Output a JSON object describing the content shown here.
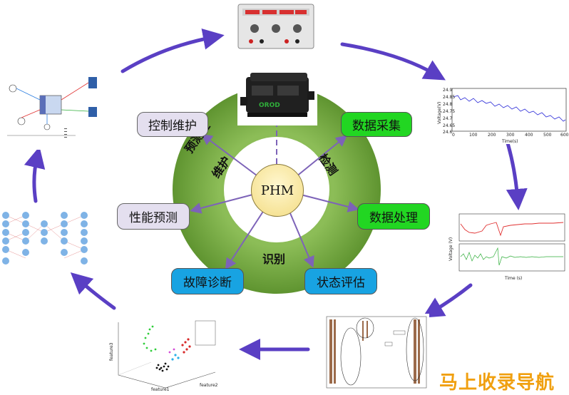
{
  "center": {
    "label": "PHM"
  },
  "ring_labels": {
    "predict_maintain_1": "预测性",
    "predict_maintain_2": "维护",
    "detect": "检测",
    "identify": "识别"
  },
  "boxes": {
    "control": "控制维护",
    "data_collect": "数据采集",
    "performance": "性能预测",
    "data_process": "数据处理",
    "fault": "故障诊断",
    "state": "状态评估"
  },
  "voltage_panel": {
    "ylabel": "Voltage(V)",
    "xlabel": "Time(s)",
    "yticks": [
      "24.9",
      "24.85",
      "24.8",
      "24.75",
      "24.7",
      "24.65",
      "24.6"
    ],
    "xticks": [
      "0",
      "100",
      "200",
      "300",
      "400",
      "500",
      "600"
    ]
  },
  "signal_panel": {
    "ylabel": "Voltage (V)",
    "xlabel": "Time (s)"
  },
  "scatter_panel": {
    "xlabel": "feature1",
    "ylabel": "feature2",
    "zlabel": "feature3"
  },
  "watermark": "马上收录导航",
  "colors": {
    "arrow": "#5a3fc4",
    "ring": "#6ea33a",
    "box_green": "#22d622",
    "box_blue": "#18a3e2",
    "box_purple": "#e4dfef",
    "center": "#f6e7a1"
  }
}
